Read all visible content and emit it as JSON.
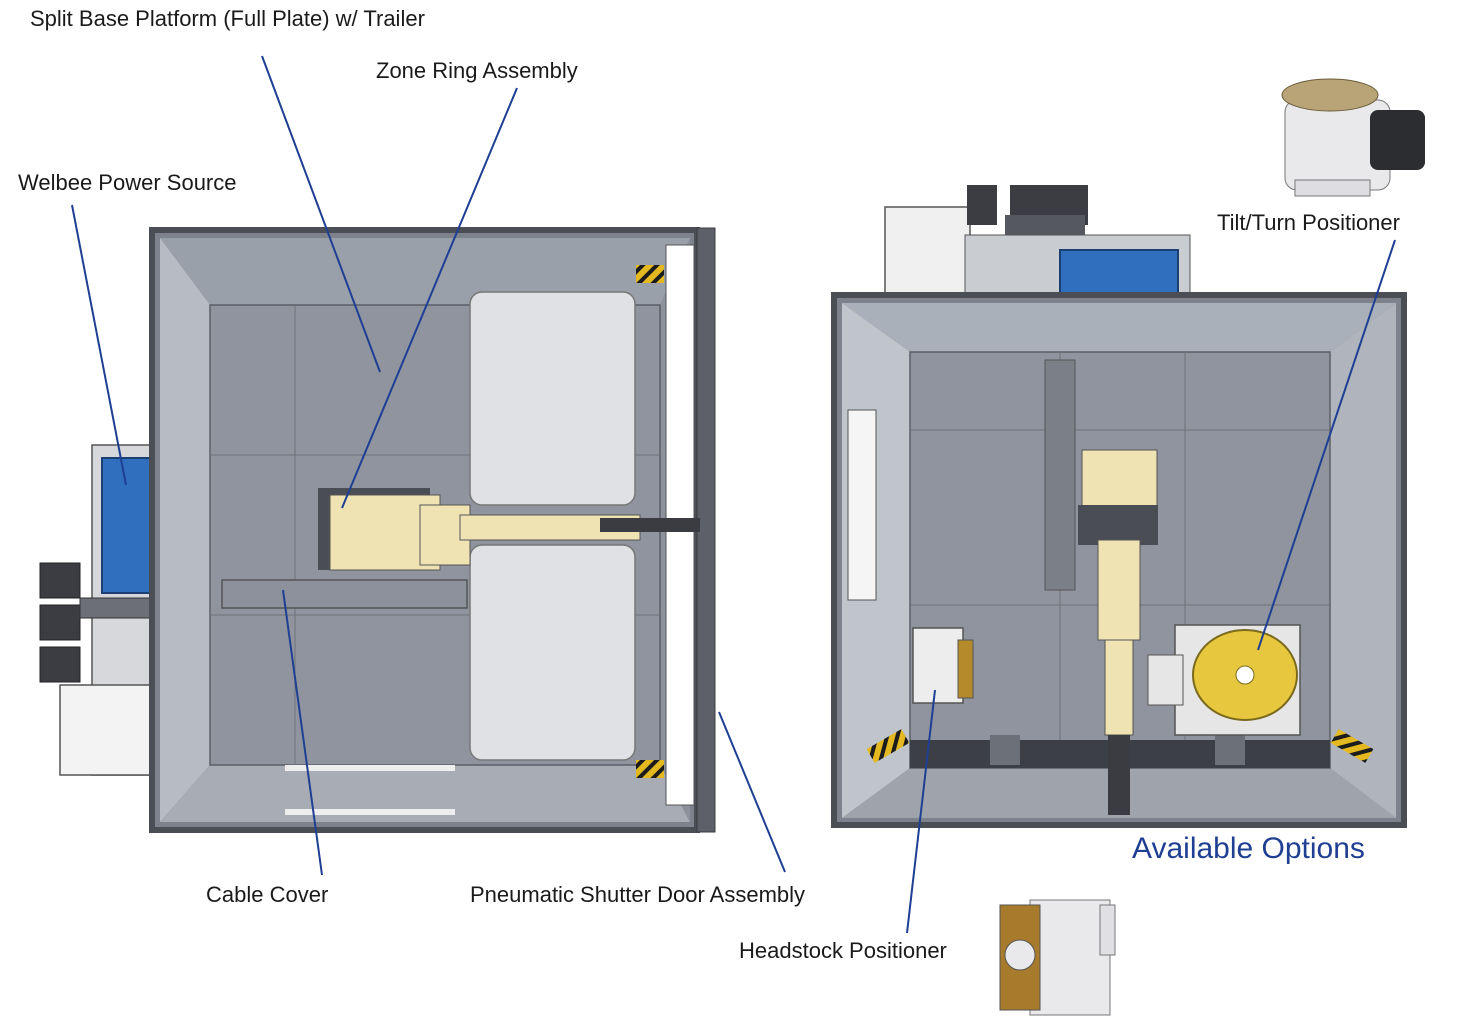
{
  "labels": {
    "split_base": "Split Base Platform (Full Plate) w/ Trailer",
    "zone_ring": "Zone Ring  Assembly",
    "welbee": "Welbee Power Source",
    "tilt_turn": "Tilt/Turn Positioner",
    "cable_cover": "Cable Cover",
    "shutter_door": "Pneumatic Shutter Door Assembly",
    "headstock": "Headstock Positioner",
    "available_options": "Available Options"
  },
  "colors": {
    "leader": "#1f3f93",
    "frame": "#5d6068",
    "panel": "#868b95",
    "floor": "#9ba0aa",
    "robot": "#efe2b3",
    "power_source": "#2f6fbd",
    "turntable": "#e7c73d",
    "safety_stripe": "#e3b91f"
  }
}
